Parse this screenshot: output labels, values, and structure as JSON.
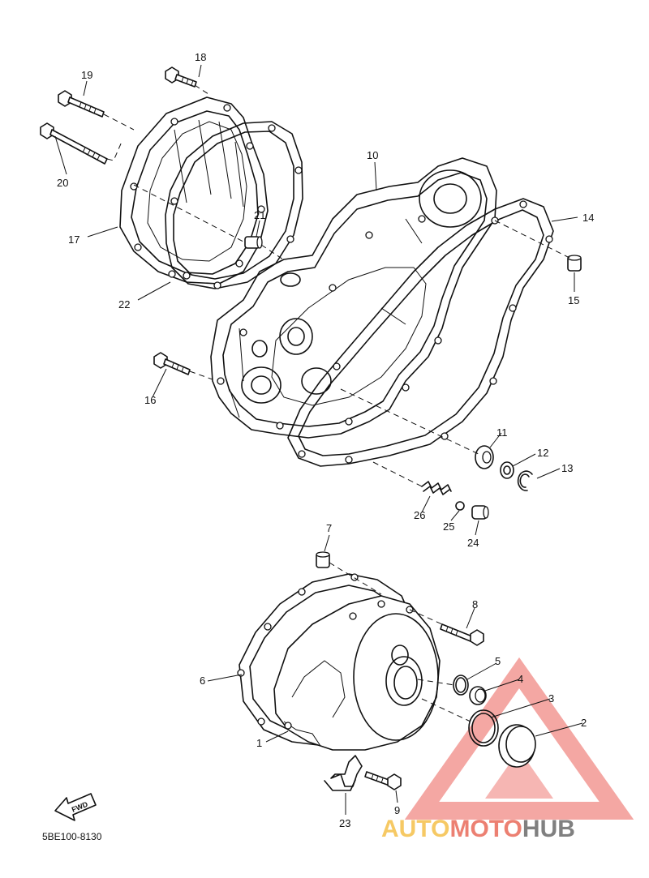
{
  "diagram_code": "5BE100-8130",
  "fwd_label": "FWD",
  "watermark": {
    "part1": "AUTO",
    "part2": "MOTO",
    "part3": "HUB",
    "color_part1": "#f5c04a",
    "color_part2": "#e96a5a",
    "color_part3": "#6b6b6b",
    "triangle_color": "#e8413a"
  },
  "callouts": [
    "1",
    "2",
    "3",
    "4",
    "5",
    "6",
    "7",
    "8",
    "9",
    "10",
    "11",
    "12",
    "13",
    "14",
    "15",
    "16",
    "17",
    "18",
    "19",
    "20",
    "21",
    "22",
    "23",
    "24",
    "25",
    "26"
  ]
}
